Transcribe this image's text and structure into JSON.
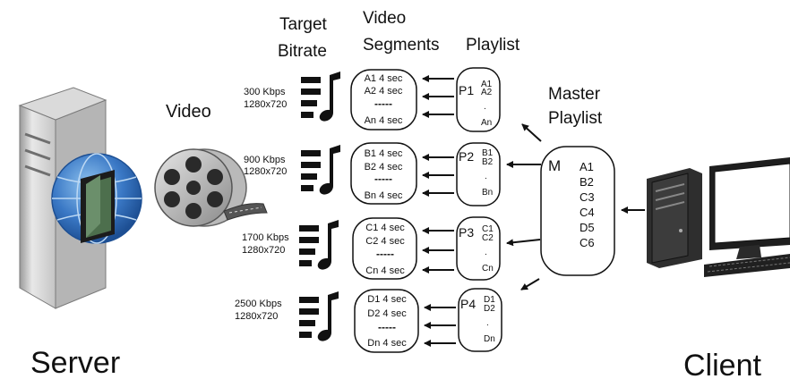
{
  "headers": {
    "target": [
      "Target",
      "Bitrate"
    ],
    "segments": [
      "Video",
      "Segments"
    ],
    "playlist": "Playlist",
    "master": [
      "Master",
      "Playlist"
    ]
  },
  "video_label": "Video",
  "server_label": "Server",
  "client_label": "Client",
  "renditions": [
    {
      "bitrate": "300 Kbps",
      "resolution": "1280x720",
      "seg1": "A1 4 sec",
      "seg2": "A2 4 sec",
      "dashes": "-----",
      "segn": "An 4 sec",
      "playlist": "P1",
      "p_first": "A1",
      "p_second": "A2",
      "p_dot": ".",
      "p_last": "An"
    },
    {
      "bitrate": "900 Kbps",
      "resolution": "1280x720",
      "seg1": "B1 4 sec",
      "seg2": "B2 4 sec",
      "dashes": "-----",
      "segn": "Bn 4 sec",
      "playlist": "P2",
      "p_first": "B1",
      "p_second": "B2",
      "p_dot": ".",
      "p_last": "Bn"
    },
    {
      "bitrate": "1700 Kbps",
      "resolution": "1280x720",
      "seg1": "C1 4 sec",
      "seg2": "C2 4 sec",
      "dashes": "-----",
      "segn": "Cn 4 sec",
      "playlist": "P3",
      "p_first": "C1",
      "p_second": "C2",
      "p_dot": ".",
      "p_last": "Cn"
    },
    {
      "bitrate": "2500 Kbps",
      "resolution": "1280x720",
      "seg1": "D1 4 sec",
      "seg2": "D2 4 sec",
      "dashes": "-----",
      "segn": "Dn 4 sec",
      "playlist": "P4",
      "p_first": "D1",
      "p_second": "D2",
      "p_dot": ".",
      "p_last": "Dn"
    }
  ],
  "master": {
    "letter": "M",
    "items": [
      "A1",
      "B2",
      "C3",
      "C4",
      "D5",
      "C6"
    ]
  }
}
